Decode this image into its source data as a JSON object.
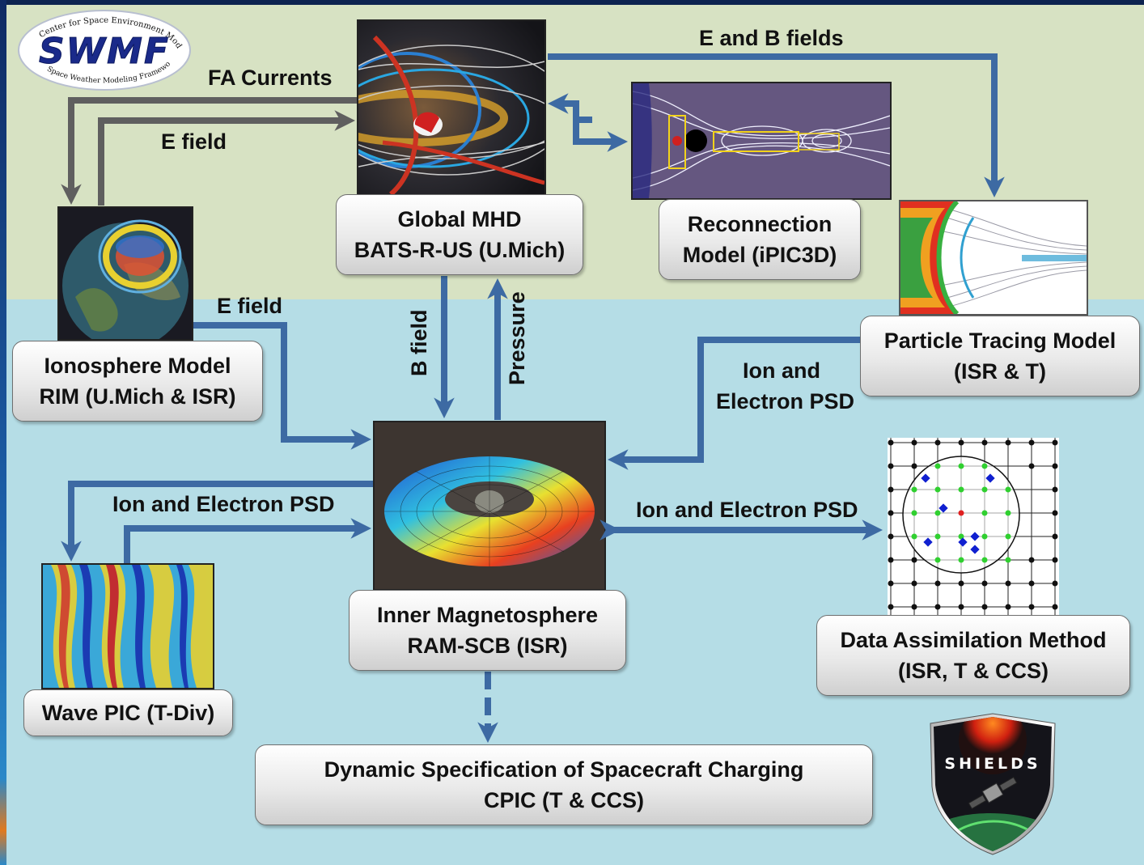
{
  "logo": {
    "name": "SWMF",
    "top_text": "Center for Space Environment Modeling",
    "bottom_text": "Space Weather Modeling Framework"
  },
  "colors": {
    "top_band": "#d7e2c3",
    "bottom_band": "#b5dde6",
    "blue_arrow": "#3d6aa3",
    "gray_arrow": "#5f5f5f",
    "frame": "#0d2350"
  },
  "boxes": {
    "global_mhd": {
      "line1": "Global MHD",
      "line2": "BATS-R-US (U.Mich)"
    },
    "reconnection": {
      "line1": "Reconnection",
      "line2": "Model (iPIC3D)"
    },
    "particle_tracing": {
      "line1": "Particle Tracing Model",
      "line2": "(ISR & T)"
    },
    "ionosphere": {
      "line1": "Ionosphere Model",
      "line2": "RIM (U.Mich & ISR)"
    },
    "inner_magnetosphere": {
      "line1": "Inner Magnetosphere",
      "line2": "RAM-SCB (ISR)"
    },
    "data_assimilation": {
      "line1": "Data Assimilation Method",
      "line2": "(ISR, T & CCS)"
    },
    "wave_pic": {
      "line1": "Wave PIC (T-Div)"
    },
    "spacecraft_charging": {
      "line1": "Dynamic Specification of Spacecraft Charging",
      "line2": "CPIC (T & CCS)"
    }
  },
  "arrow_labels": {
    "e_and_b_fields": "E and B fields",
    "fa_currents": "FA Currents",
    "e_field_top": "E field",
    "e_field_mid": "E field",
    "b_field": "B field",
    "pressure": "Pressure",
    "ion_electron_psd_ptm_line1": "Ion and",
    "ion_electron_psd_ptm_line2": "Electron PSD",
    "ion_electron_psd_wave": "Ion and Electron PSD",
    "ion_electron_psd_da": "Ion and Electron PSD"
  },
  "shields_logo": {
    "text": "SHIELDS"
  },
  "images": {
    "global_mhd_image": "magnetosphere-field-lines",
    "reconnection_image": "magnetotail-reconnection-field-lines",
    "particle_tracing_image": "particle-tracing-contours",
    "ionosphere_image": "earth-auroral-oval",
    "inner_magnetosphere_image": "ring-current-torus",
    "wave_pic_image": "wave-pic-colormap",
    "data_assimilation_image": "grid-with-observation-points"
  }
}
